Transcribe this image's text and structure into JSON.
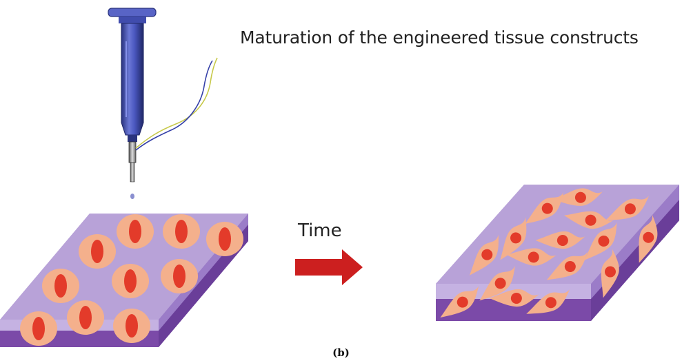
{
  "title": "Maturation of the engineered tissue constructs",
  "arrow_label": "Time",
  "caption": "(b)",
  "colors": {
    "slab_top": "#b8a2d8",
    "slab_band": "#c5b2e2",
    "slab_front": "#7b4aa8",
    "slab_side": "#6a3e99",
    "cell_body": "#f4b08c",
    "nucleus": "#e33b2a",
    "arrow": "#cc1f1f",
    "syringe": "#3f4bb0"
  },
  "icons": [
    "syringe-icon",
    "printed-droplet-icon"
  ]
}
